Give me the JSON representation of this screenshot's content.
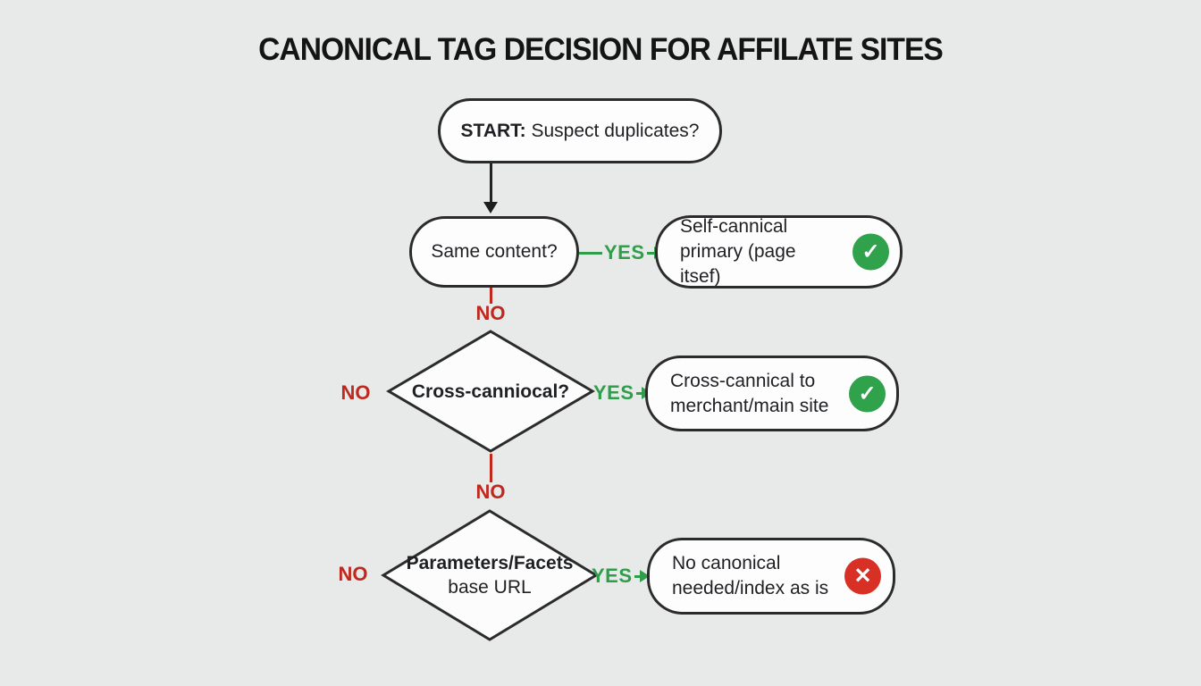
{
  "title": "CANONICAL TAG DECISION FOR AFFILATE SITES",
  "colors": {
    "background": "#e8e9e9",
    "node_fill": "#fdfdfd",
    "node_border": "#2b2b2b",
    "yes_green": "#2f9e4a",
    "no_red": "#c0281e",
    "check_icon_green": "#31a24c",
    "x_icon_red": "#d93025"
  },
  "nodes": {
    "start": {
      "prefix": "START:",
      "question": " Suspect duplicates?"
    },
    "same_content": {
      "label": "Same content?"
    },
    "self_canonical": {
      "line1": "Self-cannical",
      "line2": "primary (page itsef)",
      "icon": "check-circle-icon"
    },
    "cross_canonical_q": {
      "label": "Cross-canniocal?"
    },
    "cross_canonical": {
      "line1": "Cross-cannical to",
      "line2": "merchant/main site",
      "icon": "check-circle-icon"
    },
    "parameters_q": {
      "line1": "Parameters/Facets",
      "line2": "base URL"
    },
    "no_canonical": {
      "line1": "No canonical",
      "line2": "needed/index as is",
      "icon": "x-circle-icon"
    }
  },
  "edges": {
    "yes1": "YES",
    "yes2": "YES",
    "yes3": "YES",
    "no_down1": "NO",
    "no_down2": "NO",
    "no_left1": "NO",
    "no_left2": "NO"
  },
  "icons": {
    "check": "✓",
    "cross": "✕"
  }
}
